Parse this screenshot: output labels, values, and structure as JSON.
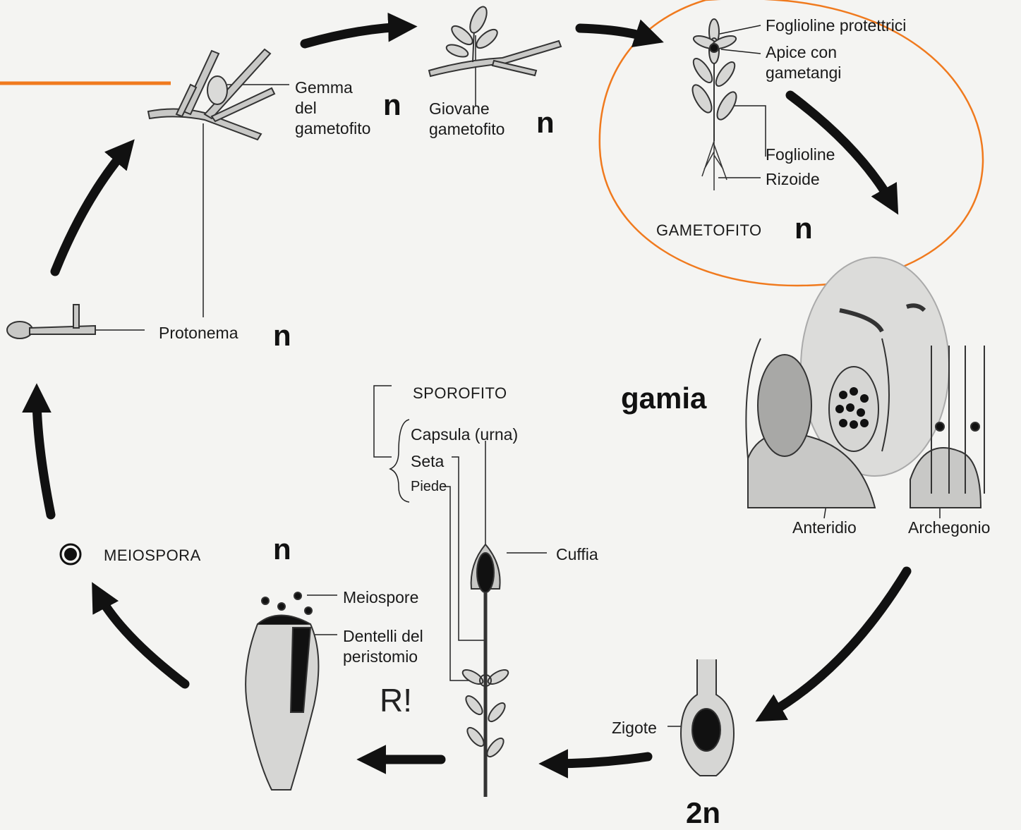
{
  "labels": {
    "gemma": "Gemma\ndel\ngametofito",
    "giovane": "Giovane\ngametofito",
    "foglioline_protettrici": "Foglioline protettrici",
    "apice": "Apice con\ngametangi",
    "foglioline": "Foglioline",
    "rizoide": "Rizoide",
    "gametofito": "GAMETOFITO",
    "protonema": "Protonema",
    "sporofito": "SPOROFITO",
    "capsula": "Capsula (urna)",
    "seta": "Seta",
    "piede": "Piede",
    "cuffia": "Cuffia",
    "meiospora": "MEIOSPORA",
    "meiospore": "Meiospore",
    "dentelli": "Dentelli del\nperistomio",
    "anteridio": "Anteridio",
    "archegonio": "Archegonio",
    "zigote": "Zigote"
  },
  "annotations": {
    "n_gemma": "n",
    "n_giovane": "n",
    "n_gametofito": "n",
    "n_protonema": "n",
    "n_meiospora": "n",
    "gamia": "gamia",
    "ploidy_2n": "2n",
    "r_mark": "R!"
  },
  "colors": {
    "highlight": "#f07a1e",
    "ink": "#111111",
    "tissue": "#c8c8c6",
    "background": "#f4f4f2"
  }
}
